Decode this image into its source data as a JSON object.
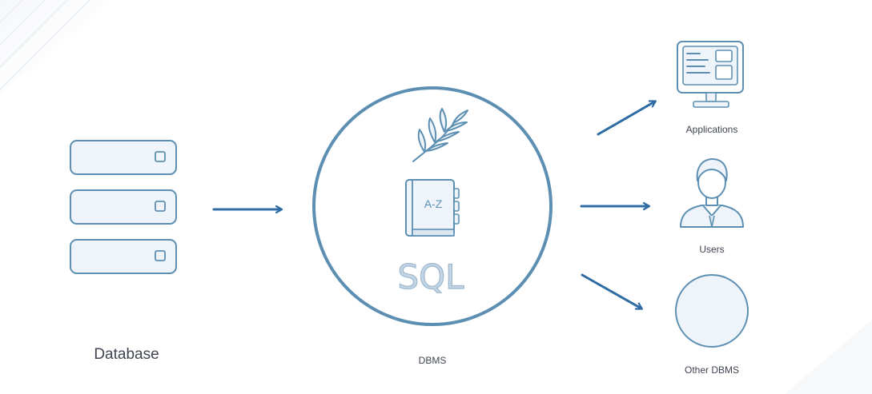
{
  "colors": {
    "accent": "#5d8fb3",
    "fill": "#eef4f9",
    "arrow": "#2f6ca3",
    "text": "#3f4450",
    "sql_text": "#c3d5e4"
  },
  "nodes": {
    "database": {
      "label": "Database",
      "icon": "server-rack-icon"
    },
    "dbms": {
      "label": "DBMS",
      "icons": [
        "leaf-icon",
        "address-book-icon"
      ],
      "book_text": "A-Z",
      "sql_text": "SQL"
    },
    "applications": {
      "label": "Applications",
      "icon": "monitor-icon"
    },
    "users": {
      "label": "Users",
      "icon": "user-icon"
    },
    "other_dbms": {
      "label": "Other DBMS",
      "icon": "circle-icon"
    }
  }
}
